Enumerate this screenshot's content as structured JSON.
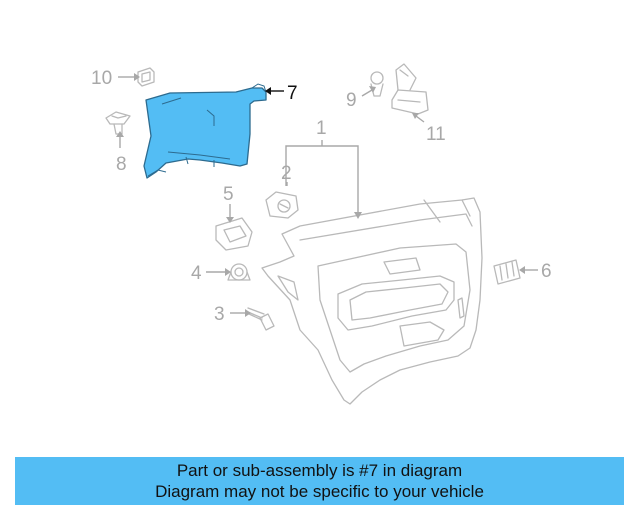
{
  "colors": {
    "highlight": "#53bdf4",
    "banner": "#53bdf4",
    "part_line": "#b9b9b9",
    "callout_text": "#a8a8a8",
    "selected_callout": "#111111"
  },
  "callouts": {
    "c1": "1",
    "c2": "2",
    "c3": "3",
    "c4": "4",
    "c5": "5",
    "c6": "6",
    "c7": "7",
    "c8": "8",
    "c9": "9",
    "c10": "10",
    "c11": "11"
  },
  "highlighted_part": "7",
  "banner": {
    "line1": "Part or sub-assembly is #7 in diagram",
    "line2": "Diagram may not be specific to your vehicle"
  }
}
